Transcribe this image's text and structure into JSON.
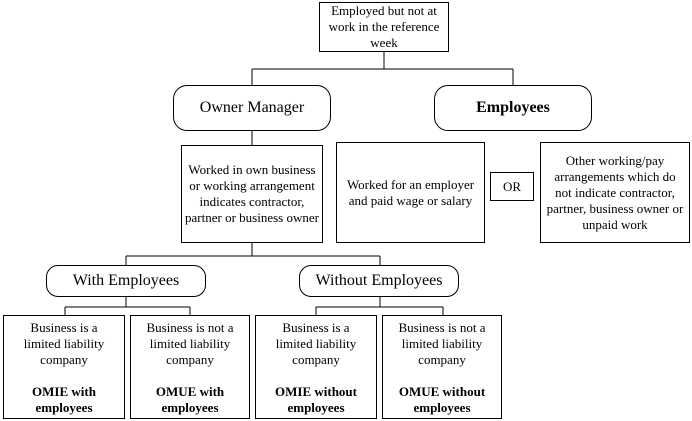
{
  "root": {
    "label": "Employed but not at work in the reference week"
  },
  "owner_manager": {
    "label": "Owner Manager"
  },
  "employees": {
    "label": "Employees"
  },
  "owner_condition": {
    "label": "Worked in own business or working arrangement indicates contractor, partner or business owner"
  },
  "employee_condition_1": {
    "label": "Worked for an employer and paid wage or salary"
  },
  "or_label": "OR",
  "employee_condition_2": {
    "label": "Other working/pay arrangements which do not indicate contractor, partner, business owner or unpaid work"
  },
  "with_employees": {
    "label": "With Employees"
  },
  "without_employees": {
    "label": "Without Employees"
  },
  "leaves": [
    {
      "desc": "Business is a limited liability company",
      "category": "OMIE with employees"
    },
    {
      "desc": "Business is not a limited liability company",
      "category": "OMUE with employees"
    },
    {
      "desc": "Business is a limited liability company",
      "category": "OMIE without employees"
    },
    {
      "desc": "Business is not a limited liability company",
      "category": "OMUE without employees"
    }
  ]
}
